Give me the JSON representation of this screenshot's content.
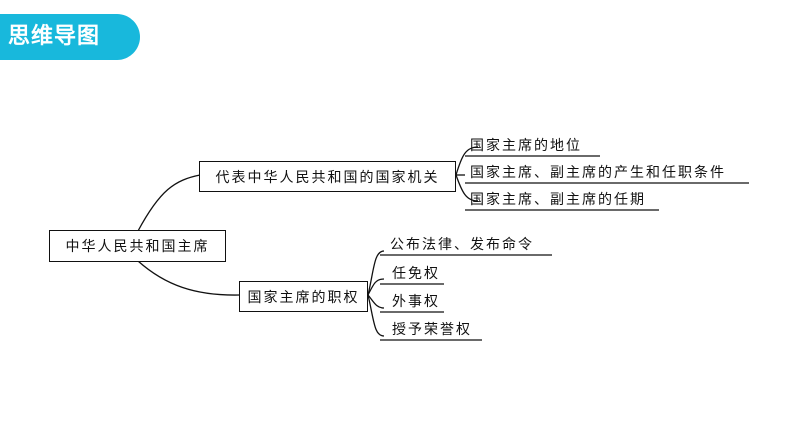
{
  "banner": {
    "title": "思维导图"
  },
  "mindmap": {
    "root": "中华人民共和国主席",
    "branches": [
      {
        "label": "代表中华人民共和国的国家机关",
        "children": [
          "国家主席的地位",
          "国家主席、副主席的产生和任职条件",
          "国家主席、副主席的任期"
        ]
      },
      {
        "label": "国家主席的职权",
        "children": [
          "公布法律、发布命令",
          "任免权",
          "外事权",
          "授予荣誉权"
        ]
      }
    ]
  },
  "colors": {
    "banner": "#18b8dc",
    "line": "#111111"
  }
}
